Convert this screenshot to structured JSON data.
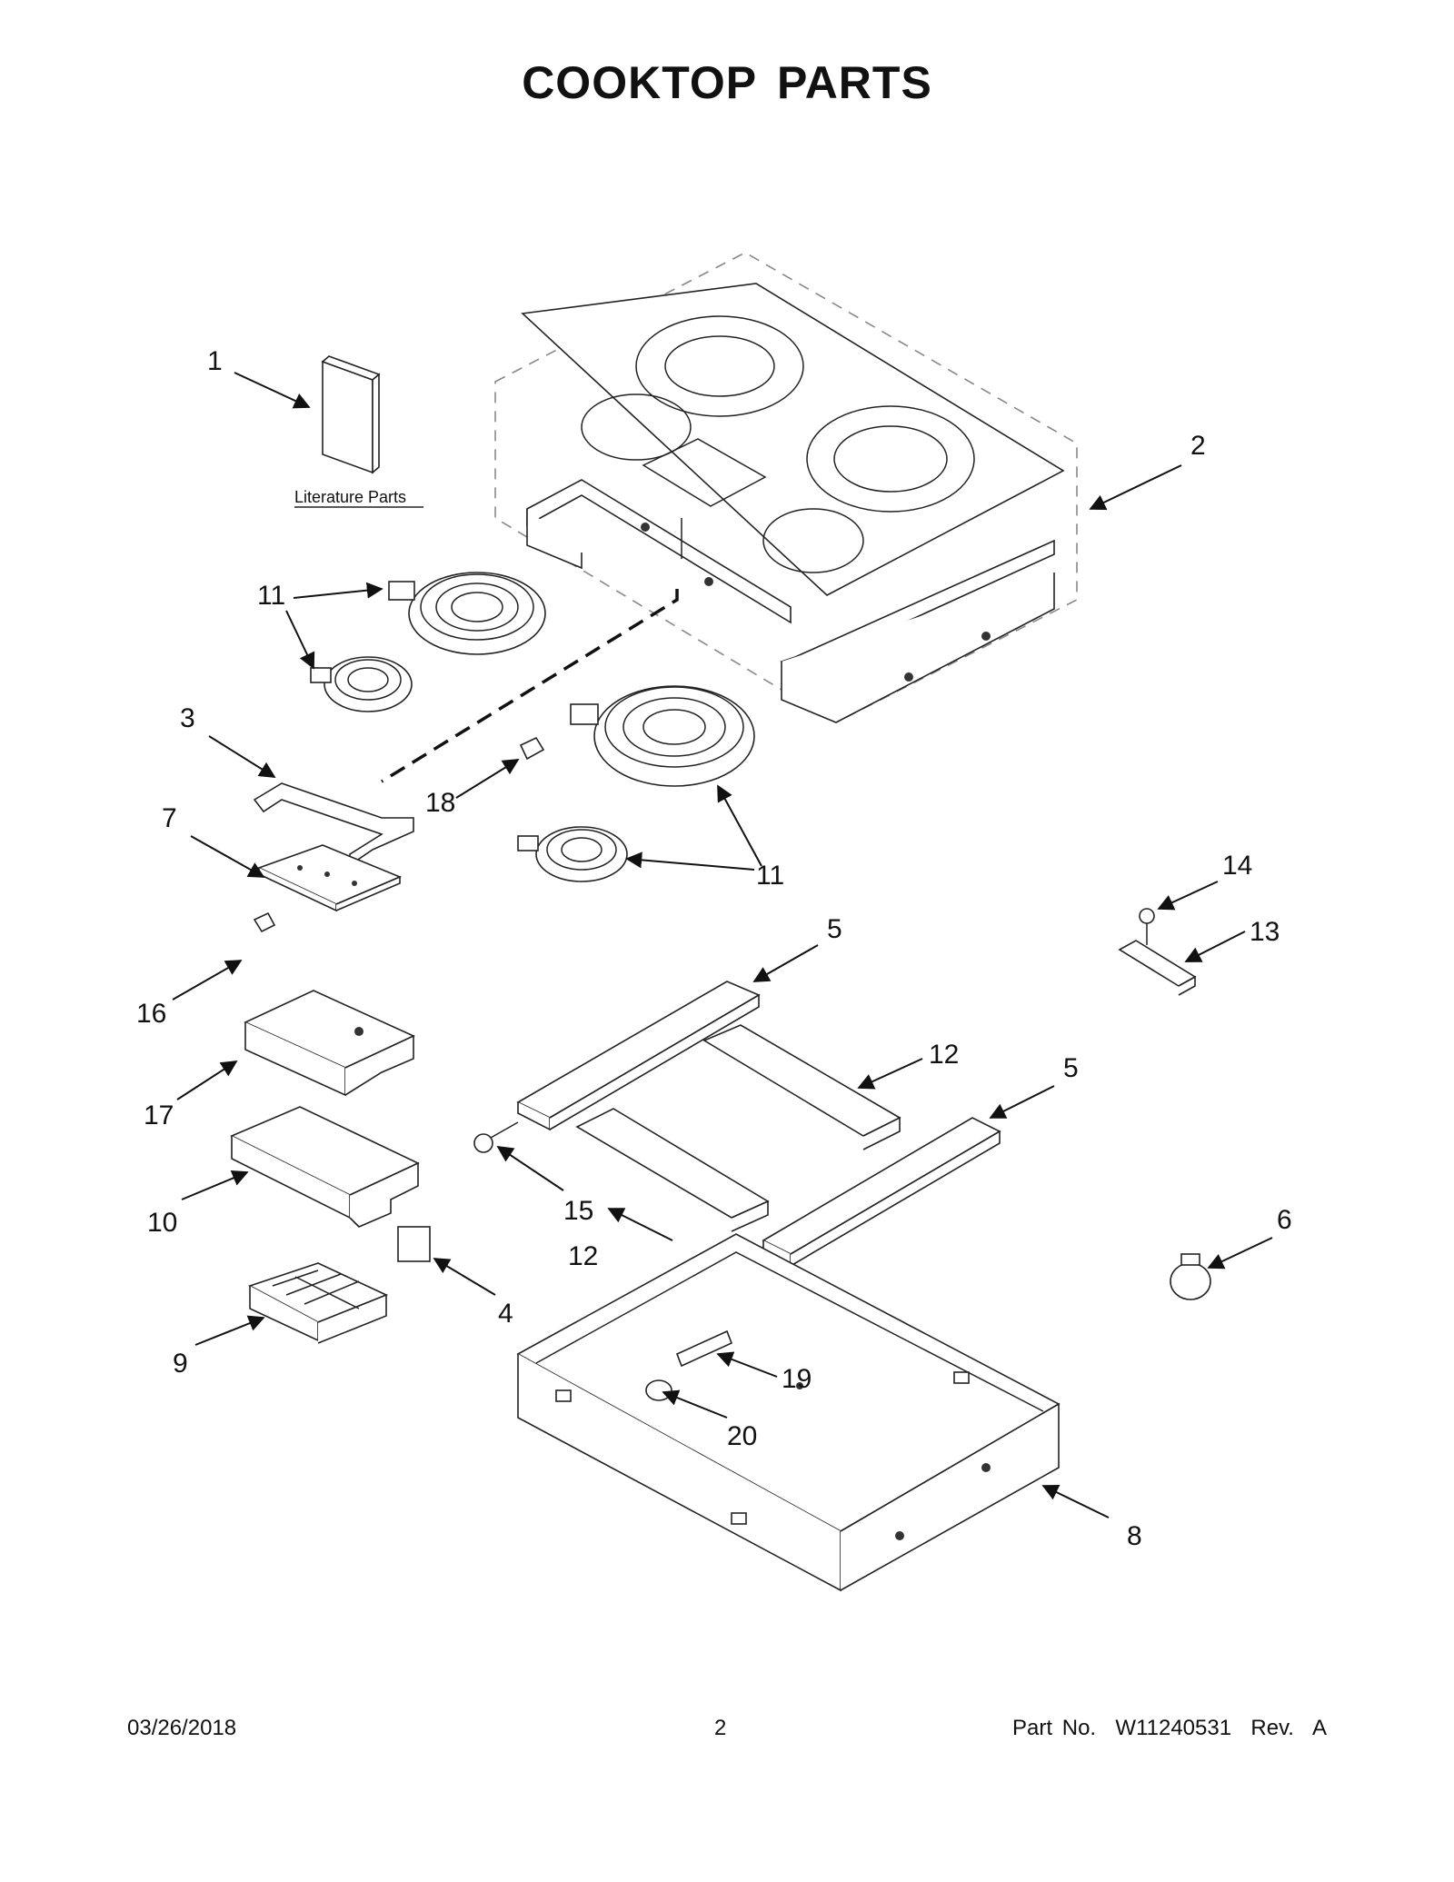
{
  "title": "COOKTOP PARTS",
  "literature_label": "Literature Parts",
  "callouts": [
    "1",
    "2",
    "3",
    "4",
    "5",
    "5",
    "6",
    "7",
    "8",
    "9",
    "10",
    "11",
    "11",
    "12",
    "12",
    "13",
    "14",
    "15",
    "16",
    "17",
    "18",
    "19",
    "20"
  ],
  "footer": {
    "date": "03/26/2018",
    "page": "2",
    "part_number": "Part No.  W11240531  Rev.  A"
  }
}
